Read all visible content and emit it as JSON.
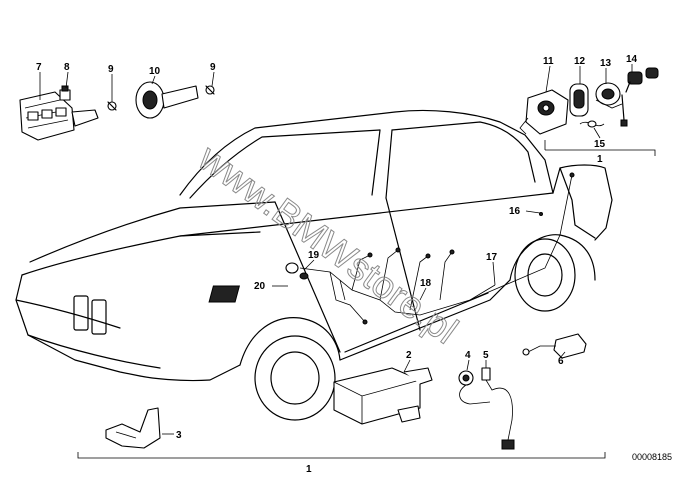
{
  "diagram": {
    "reference_number": "00008185",
    "watermark": "www.BMWstore.pl",
    "callouts": [
      {
        "id": "c1a",
        "label": "1"
      },
      {
        "id": "c1b",
        "label": "1"
      },
      {
        "id": "c2",
        "label": "2"
      },
      {
        "id": "c3",
        "label": "3"
      },
      {
        "id": "c4",
        "label": "4"
      },
      {
        "id": "c5",
        "label": "5"
      },
      {
        "id": "c6",
        "label": "6"
      },
      {
        "id": "c7",
        "label": "7"
      },
      {
        "id": "c8",
        "label": "8"
      },
      {
        "id": "c9a",
        "label": "9"
      },
      {
        "id": "c9b",
        "label": "9"
      },
      {
        "id": "c10",
        "label": "10"
      },
      {
        "id": "c11",
        "label": "11"
      },
      {
        "id": "c12",
        "label": "12"
      },
      {
        "id": "c13",
        "label": "13"
      },
      {
        "id": "c14",
        "label": "14"
      },
      {
        "id": "c15",
        "label": "15"
      },
      {
        "id": "c16",
        "label": "16"
      },
      {
        "id": "c17",
        "label": "17"
      },
      {
        "id": "c18",
        "label": "18"
      },
      {
        "id": "c19",
        "label": "19"
      },
      {
        "id": "c20",
        "label": "20"
      }
    ]
  }
}
